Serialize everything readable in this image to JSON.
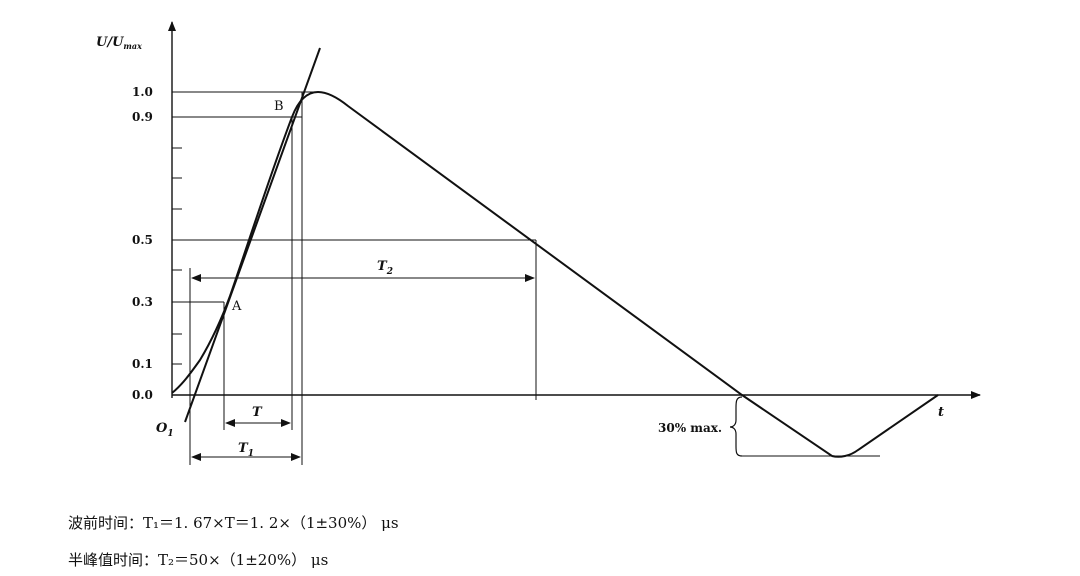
{
  "chart_data": {
    "type": "line",
    "axes": {
      "y_label": "U/U",
      "y_label_subscript": "max",
      "x_label": "t",
      "origin_label": "O",
      "origin_label_subscript": "1",
      "y_ticks_labeled": [
        "1.0",
        "0.9",
        "0.5",
        "0.3",
        "0.1",
        "0.0"
      ]
    },
    "points": {
      "A": "A",
      "B": "B"
    },
    "dimensions": {
      "T": "T",
      "T1": "T",
      "T1_subscript": "1",
      "T2": "T",
      "T2_subscript": "2"
    },
    "annotation": "30% max."
  },
  "formulas": {
    "front_time": "波前时间：T₁＝1. 67×T＝1. 2×（1±30%） μs",
    "half_value_time": "半峰值时间：T₂＝50×（1±20%） μs"
  }
}
